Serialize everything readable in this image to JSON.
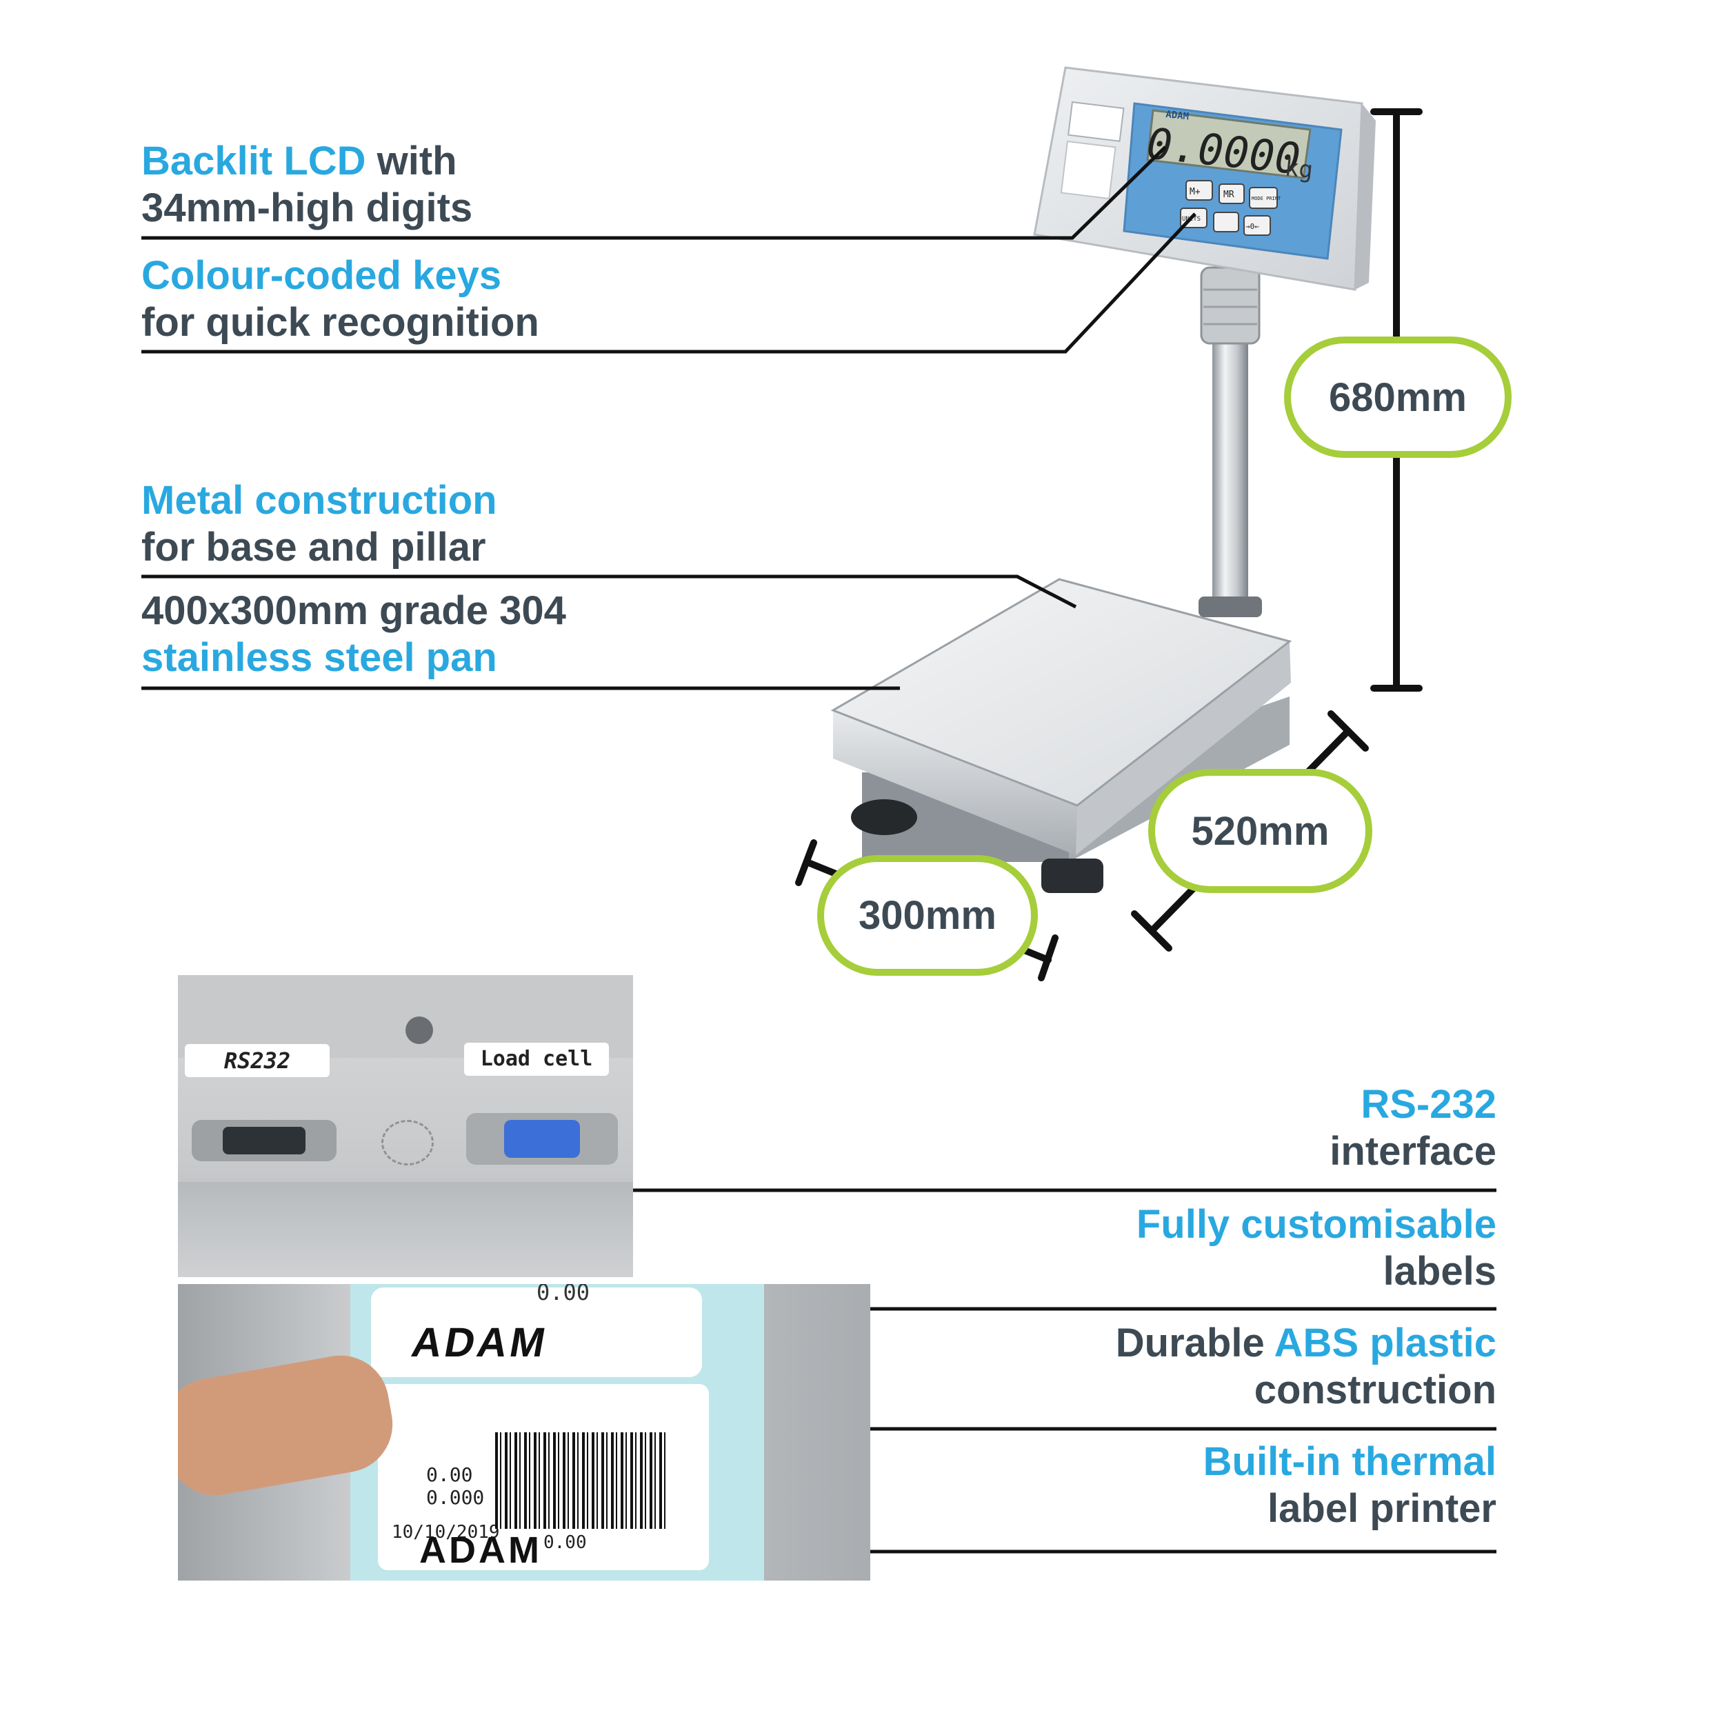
{
  "features_left": [
    {
      "line1_hl": "Backlit LCD",
      "line1_rest": " with",
      "line2": "34mm-high digits"
    },
    {
      "line1": "Colour-coded keys",
      "line2": "for quick recognition"
    },
    {
      "line1": "Metal construction",
      "line2": "for base and pillar"
    },
    {
      "line1": "400x300mm grade 304",
      "line2": "stainless steel pan"
    }
  ],
  "features_right": [
    {
      "line1": "RS-232",
      "line2": "interface"
    },
    {
      "line1": "Fully customisable",
      "line2": "labels"
    },
    {
      "line1_pre": "Durable ",
      "line1_hl": "ABS plastic",
      "line2": "construction"
    },
    {
      "line1": "Built-in thermal",
      "line2": "label printer"
    }
  ],
  "dimensions": {
    "height": "680mm",
    "depth": "520mm",
    "width": "300mm"
  },
  "display": {
    "reading": "0.0000",
    "unit": "kg",
    "brand": "ADAM"
  },
  "keys": [
    "M+",
    "MR",
    "MODE PRINT",
    "UNITS",
    "→0←"
  ],
  "ports": {
    "rs232_label": "RS232",
    "loadcell_label": "Load cell"
  },
  "label_print": {
    "brand": "ADAM",
    "value_top": "0.00",
    "value_a": "0.00",
    "value_b": "0.000",
    "date": "10/10/2019",
    "value_barcode": "0.00"
  },
  "colors": {
    "accent": "#29a8e0",
    "text": "#3d4a54",
    "dim_ring": "#a6cd3a"
  }
}
